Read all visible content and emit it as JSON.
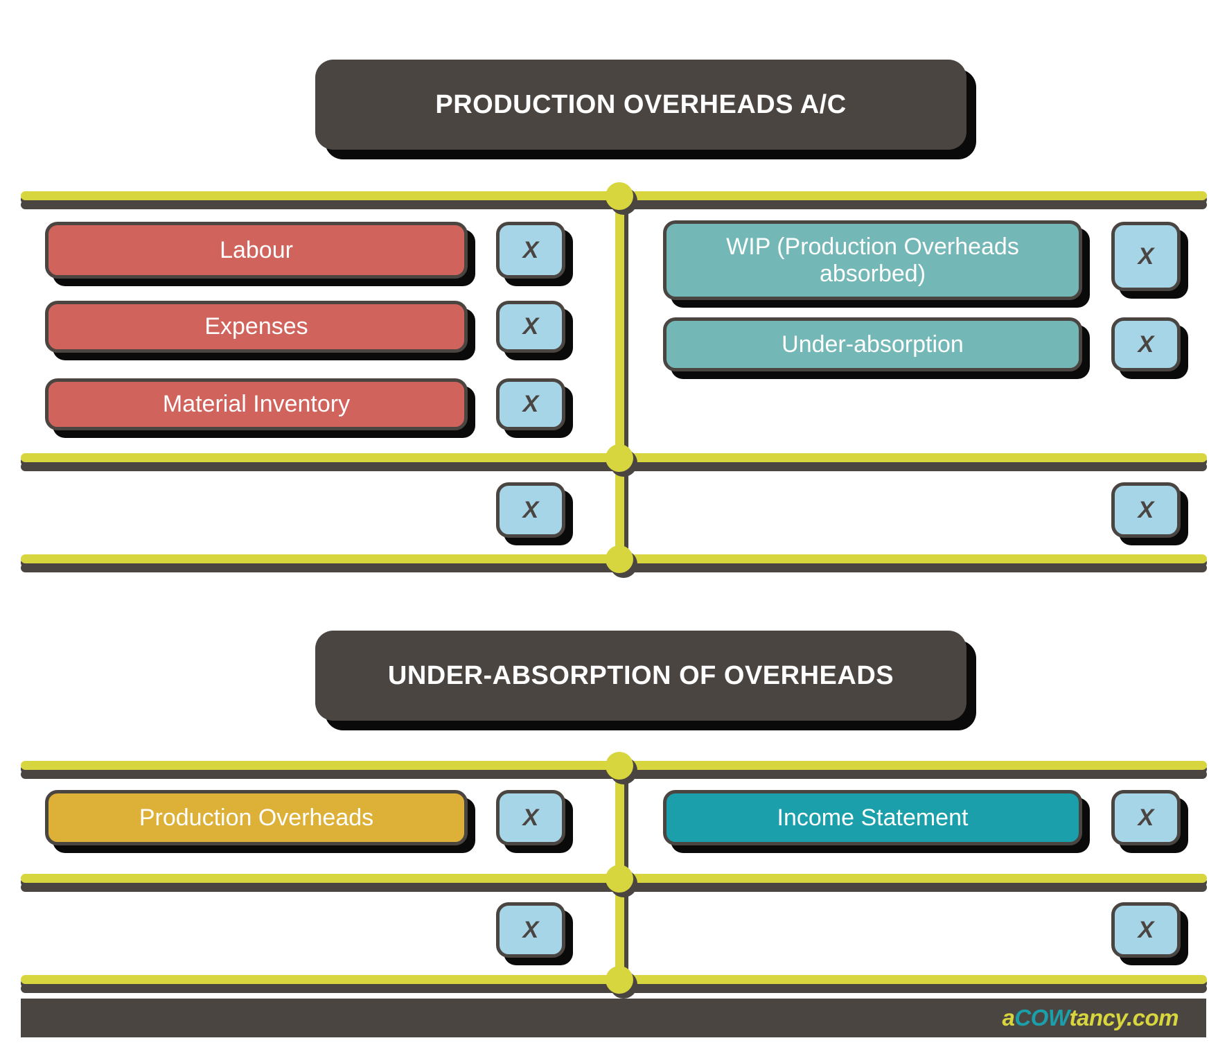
{
  "colors": {
    "dark": "#4b4542",
    "shadow": "#0a0a0a",
    "rule_yellow": "#d8d63f",
    "red": "#d0645c",
    "teal": "#73b7b7",
    "gold": "#ddb037",
    "dark_teal": "#1b9fab",
    "xbox_blue": "#a6d5e8",
    "page_bg": "#ffffff"
  },
  "sections": [
    {
      "id": "production-overheads-ac",
      "title": "PRODUCTION OVERHEADS A/C",
      "debit_entries": [
        {
          "label": "Labour",
          "amount": "X"
        },
        {
          "label": "Expenses",
          "amount": "X"
        },
        {
          "label": "Material Inventory",
          "amount": "X"
        }
      ],
      "credit_entries": [
        {
          "label": "WIP (Production Overheads absorbed)",
          "amount": "X"
        },
        {
          "label": "Under-absorption",
          "amount": "X"
        }
      ],
      "debit_total": "X",
      "credit_total": "X"
    },
    {
      "id": "under-absorption-of-overheads",
      "title": "UNDER-ABSORPTION OF OVERHEADS",
      "debit_entries": [
        {
          "label": "Production Overheads",
          "amount": "X"
        }
      ],
      "credit_entries": [
        {
          "label": "Income Statement",
          "amount": "X"
        }
      ],
      "debit_total": "X",
      "credit_total": "X"
    }
  ],
  "footer": {
    "logo_a": "a",
    "logo_cow": "COW",
    "logo_tancy": "tancy.com"
  }
}
